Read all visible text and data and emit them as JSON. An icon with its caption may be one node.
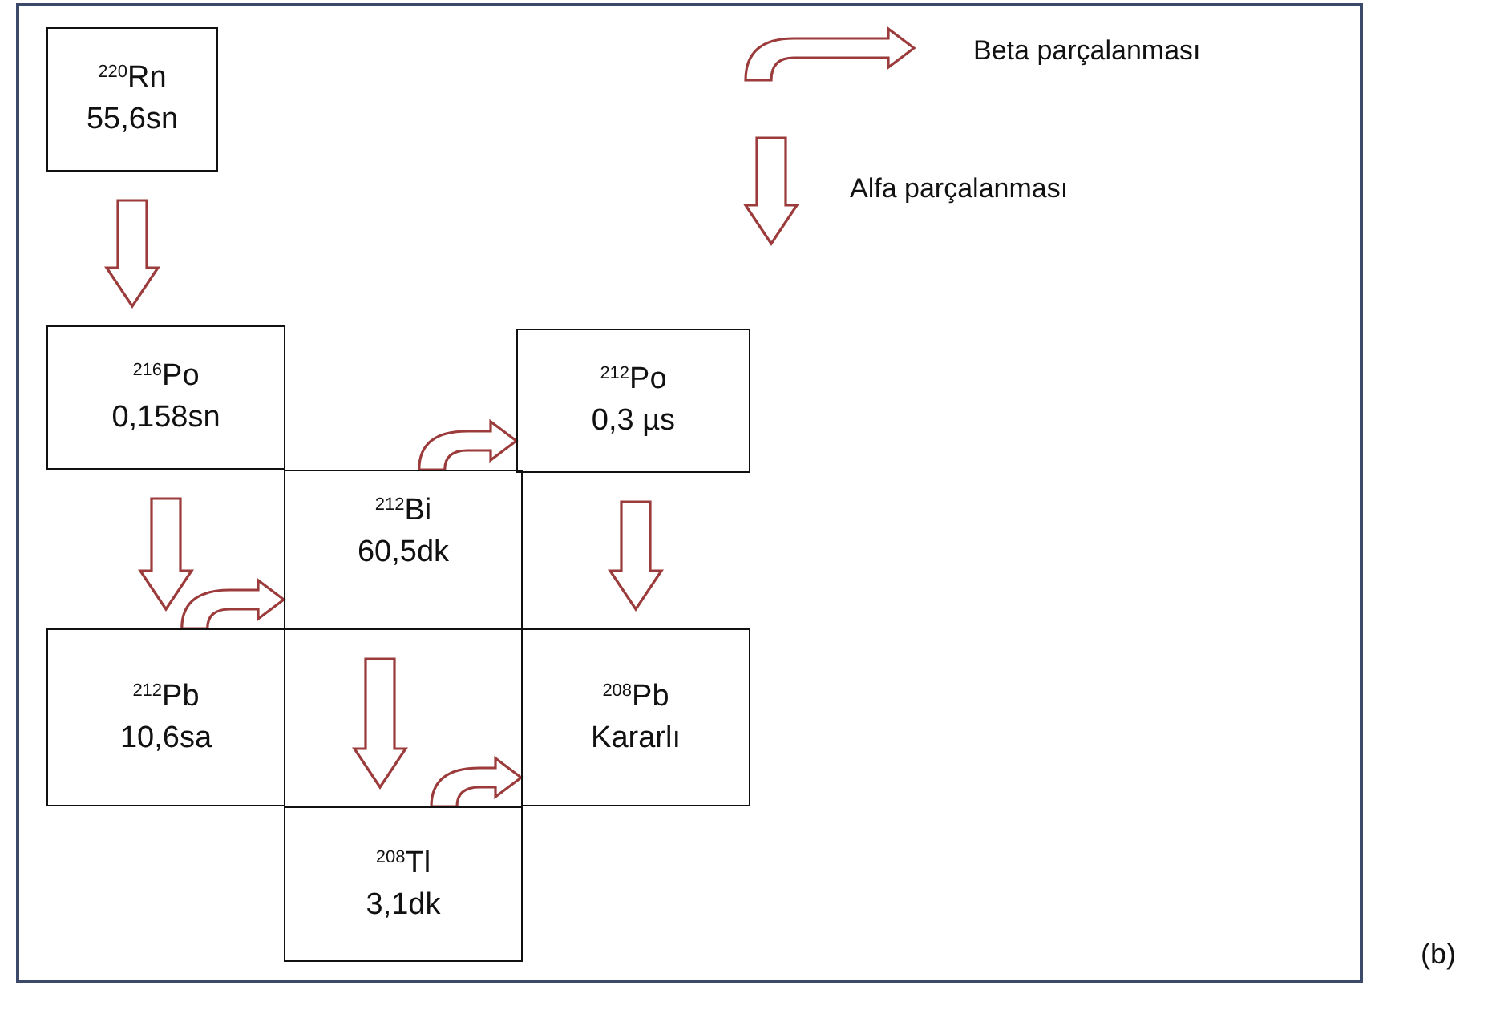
{
  "diagram": {
    "nodes": [
      {
        "text": [
          "$^{220}$Rn",
          "55,6sn"
        ]
      },
      {
        "text": [
          "$^{216}$Po",
          "0,158sn"
        ]
      },
      {
        "text": [
          "$^{212}$Po",
          "0,3 µs"
        ]
      },
      {
        "text": [
          "$^{212}$Bi",
          "60,5dk"
        ]
      },
      {
        "text": [
          "$^{212}$Pb",
          "10,6sa"
        ]
      },
      {
        "text": [
          "$^{208}$Pb",
          "Kararlı"
        ]
      },
      {
        "text": [
          "$^{208}$Tl",
          "3,1dk"
        ]
      }
    ],
    "edges": [
      {
        "from": 0,
        "to": 1,
        "arrow": "to"
      },
      {
        "from": 1,
        "to": 4,
        "arrow": "to"
      },
      {
        "from": 4,
        "to": 3,
        "arrow": "to"
      },
      {
        "from": 3,
        "to": 2,
        "arrow": "to"
      },
      {
        "from": 2,
        "to": 5,
        "arrow": "to"
      },
      {
        "from": 3,
        "to": 6,
        "arrow": "to"
      },
      {
        "from": 6,
        "to": 5,
        "arrow": "to"
      }
    ],
    "labels": [
      "(b)"
    ],
    "legend": [
      {
        "text": "Beta parçalanması"
      },
      {
        "text": "Alfa parçalanması"
      }
    ]
  }
}
